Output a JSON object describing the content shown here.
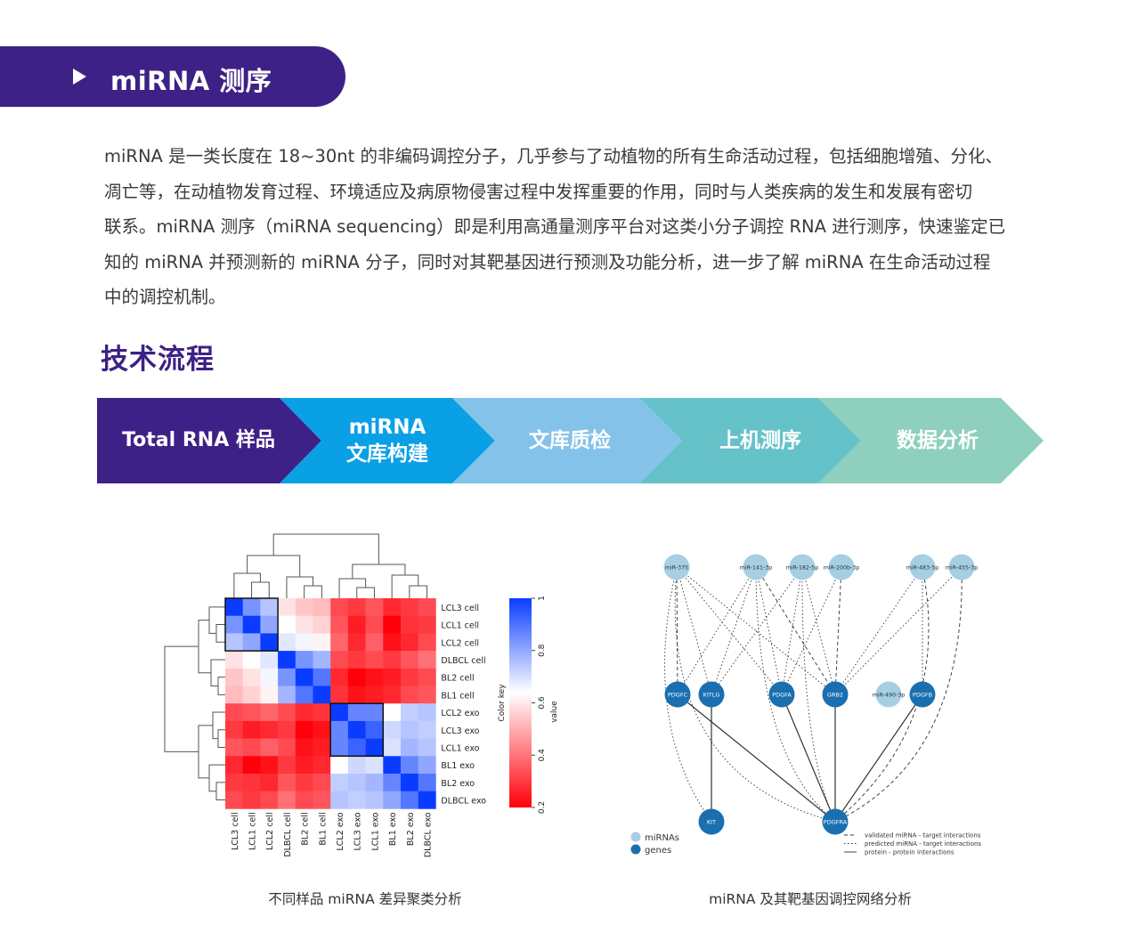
{
  "header": {
    "title": "miRNA 测序"
  },
  "intro": {
    "lines": [
      "miRNA 是一类长度在 18~30nt 的非编码调控分子，几乎参与了动植物的所有生命活动过程，包括细胞增殖、分化、",
      "凋亡等，在动植物发育过程、环境适应及病原物侵害过程中发挥重要的作用，同时与人类疾病的发生和发展有密切",
      "联系。miRNA 测序（miRNA sequencing）即是利用高通量测序平台对这类小分子调控 RNA 进行测序，快速鉴定已",
      "知的 miRNA 并预测新的 miRNA 分子，同时对其靶基因进行预测及功能分析，进一步了解 miRNA 在生命活动过程",
      "中的调控机制。"
    ]
  },
  "workflow": {
    "title": "技术流程",
    "steps": [
      {
        "line1": "Total RNA 样品",
        "line2": "",
        "color": "#3e2186"
      },
      {
        "line1": "miRNA",
        "line2": "文库构建",
        "color": "#0aa0e6"
      },
      {
        "line1": "文库质检",
        "line2": "",
        "color": "#84c2ea"
      },
      {
        "line1": "上机测序",
        "line2": "",
        "color": "#66c2c9"
      },
      {
        "line1": "数据分析",
        "line2": "",
        "color": "#8fcfbd"
      }
    ]
  },
  "heatmap": {
    "caption": "不同样品 miRNA 差异聚类分析",
    "row_labels": [
      "LCL3 cell",
      "LCL1 cell",
      "LCL2 cell",
      "DLBCL cell",
      "BL2 cell",
      "BL1 cell",
      "LCL2 exo",
      "LCL3 exo",
      "LCL1 exo",
      "BL1 exo",
      "BL2 exo",
      "DLBCL exo"
    ],
    "col_labels": [
      "LCL3 cell",
      "LCL1 cell",
      "LCL2 cell",
      "DLBCL cell",
      "BL2 cell",
      "BL1 cell",
      "LCL2 exo",
      "LCL3 exo",
      "LCL1 exo",
      "BL1 exo",
      "BL2 exo",
      "DLBCL exo"
    ],
    "color_key_title": "Color key",
    "value_label": "value",
    "key_ticks": [
      "1",
      "0.8",
      "0.6",
      "0.4",
      "0.2"
    ],
    "matrix": [
      [
        1.0,
        0.82,
        0.72,
        0.55,
        0.5,
        0.48,
        0.28,
        0.25,
        0.3,
        0.22,
        0.25,
        0.28
      ],
      [
        0.82,
        1.0,
        0.78,
        0.6,
        0.55,
        0.52,
        0.3,
        0.2,
        0.28,
        0.15,
        0.24,
        0.25
      ],
      [
        0.72,
        0.78,
        1.0,
        0.65,
        0.62,
        0.58,
        0.33,
        0.22,
        0.32,
        0.18,
        0.22,
        0.28
      ],
      [
        0.55,
        0.6,
        0.65,
        1.0,
        0.82,
        0.75,
        0.28,
        0.25,
        0.28,
        0.25,
        0.3,
        0.35
      ],
      [
        0.5,
        0.55,
        0.62,
        0.82,
        1.0,
        0.88,
        0.22,
        0.15,
        0.18,
        0.2,
        0.25,
        0.28
      ],
      [
        0.48,
        0.52,
        0.58,
        0.75,
        0.88,
        1.0,
        0.24,
        0.18,
        0.2,
        0.22,
        0.28,
        0.3
      ],
      [
        0.28,
        0.3,
        0.33,
        0.28,
        0.22,
        0.24,
        1.0,
        0.85,
        0.85,
        0.6,
        0.7,
        0.72
      ],
      [
        0.25,
        0.2,
        0.22,
        0.25,
        0.15,
        0.18,
        0.85,
        1.0,
        0.92,
        0.68,
        0.72,
        0.7
      ],
      [
        0.3,
        0.28,
        0.32,
        0.28,
        0.18,
        0.2,
        0.85,
        0.92,
        1.0,
        0.66,
        0.75,
        0.72
      ],
      [
        0.22,
        0.15,
        0.18,
        0.25,
        0.2,
        0.22,
        0.6,
        0.68,
        0.66,
        1.0,
        0.85,
        0.78
      ],
      [
        0.25,
        0.24,
        0.22,
        0.3,
        0.25,
        0.28,
        0.7,
        0.72,
        0.75,
        0.85,
        1.0,
        0.88
      ],
      [
        0.28,
        0.25,
        0.28,
        0.35,
        0.28,
        0.3,
        0.72,
        0.7,
        0.72,
        0.78,
        0.88,
        1.0
      ]
    ]
  },
  "network": {
    "caption": "miRNA 及其靶基因调控网络分析",
    "mirnas": [
      "miR-375",
      "miR-141-3p",
      "miR-182-5p",
      "miR-200b-3p",
      "miR-483-5p",
      "miR-455-3p",
      "miR-490-3p"
    ],
    "genes": [
      "PDGFC",
      "KITLG",
      "PDGFA",
      "GRB2",
      "PDGFB",
      "KIT",
      "PDGFRA"
    ],
    "legend": {
      "mirnas": "miRNAs",
      "genes": "genes"
    },
    "edge_legend": [
      "validated miRNA - target interactions",
      "predicted miRNA - target interactions",
      "protein - protein interactions"
    ],
    "colors": {
      "mirna": "#a6cfe3",
      "gene": "#1a6fb0"
    }
  }
}
